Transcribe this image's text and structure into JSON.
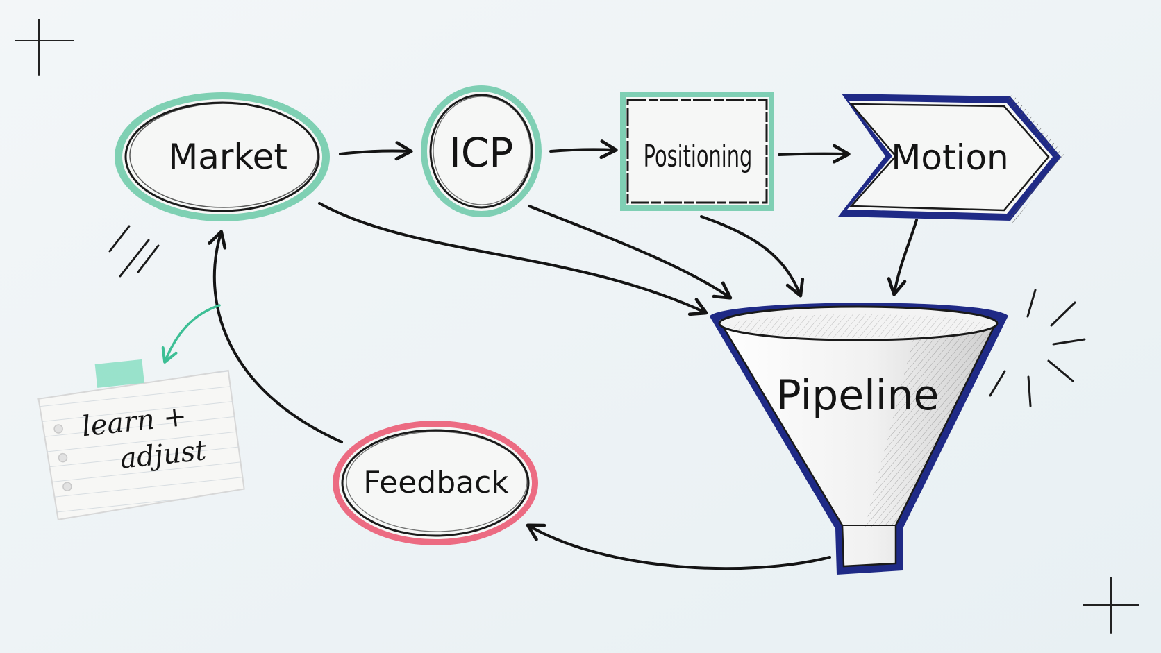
{
  "nodes": {
    "market": {
      "label": "Market",
      "shape": "ellipse",
      "color": "#6cc9a5"
    },
    "icp": {
      "label": "ICP",
      "shape": "circle",
      "color": "#6cc9a5"
    },
    "positioning": {
      "label": "Positioning",
      "shape": "rectangle",
      "color": "#7fcfb4"
    },
    "motion": {
      "label": "Motion",
      "shape": "chevron",
      "color": "#1f2a86"
    },
    "pipeline": {
      "label": "Pipeline",
      "shape": "funnel",
      "color": "#1f2a86"
    },
    "feedback": {
      "label": "Feedback",
      "shape": "ellipse",
      "color": "#ec5f78"
    }
  },
  "note": {
    "line1": "learn +",
    "line2": "adjust",
    "tape_color": "#8fe0c6"
  },
  "edges": [
    {
      "from": "Market",
      "to": "ICP"
    },
    {
      "from": "ICP",
      "to": "Positioning"
    },
    {
      "from": "Positioning",
      "to": "Motion"
    },
    {
      "from": "Market",
      "to": "Pipeline"
    },
    {
      "from": "ICP",
      "to": "Pipeline"
    },
    {
      "from": "Positioning",
      "to": "Pipeline"
    },
    {
      "from": "Motion",
      "to": "Pipeline"
    },
    {
      "from": "Pipeline",
      "to": "Feedback"
    },
    {
      "from": "Feedback",
      "to": "Market"
    }
  ],
  "colors": {
    "background": "#eef3f6",
    "ink": "#141414",
    "accent_teal": "#3dbf95"
  }
}
